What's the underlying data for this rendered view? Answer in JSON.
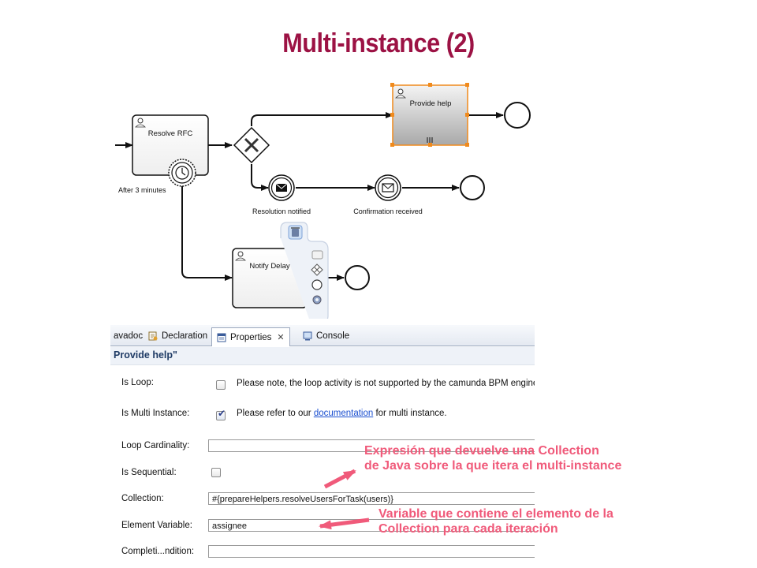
{
  "slide": {
    "title": "Multi-instance (2)"
  },
  "diagram": {
    "tasks": {
      "resolve_rfc": "Resolve RFC",
      "provide_help": "Provide help",
      "notify_delay": "Notify Delay"
    },
    "timer_label": "After 3 minutes",
    "events": {
      "resolution_notified": "Resolution notified",
      "confirmation_received": "Confirmation received"
    }
  },
  "tabs": {
    "javadoc": "avadoc",
    "declaration": "Declaration",
    "properties": "Properties",
    "console": "Console"
  },
  "properties": {
    "header": "Provide help\"",
    "rows": {
      "is_loop": {
        "label": "Is Loop:",
        "checked": false,
        "note": "Please note, the loop activity is not supported by the camunda BPM engine."
      },
      "is_multi_instance": {
        "label": "Is Multi Instance:",
        "checked": true,
        "note_prefix": "Please refer to our ",
        "link": "documentation",
        "note_suffix": " for multi instance."
      },
      "loop_cardinality": {
        "label": "Loop Cardinality:",
        "value": ""
      },
      "is_sequential": {
        "label": "Is Sequential:",
        "checked": false
      },
      "collection": {
        "label": "Collection:",
        "value": "#{prepareHelpers.resolveUsersForTask(users)}"
      },
      "element_variable": {
        "label": "Element Variable:",
        "value": "assignee"
      },
      "completion_condition": {
        "label": "Completi...ndition:",
        "value": ""
      }
    }
  },
  "annotations": {
    "collection_note": [
      "Expresión que devuelve una Collection",
      "de Java sobre la que itera el multi-instance"
    ],
    "variable_note": [
      "Variable que contiene el elemento de la",
      "Collection para cada iteración"
    ]
  },
  "colors": {
    "title": "#9c1244",
    "annotation": "#f05a7a",
    "selection": "#f08a1c"
  }
}
